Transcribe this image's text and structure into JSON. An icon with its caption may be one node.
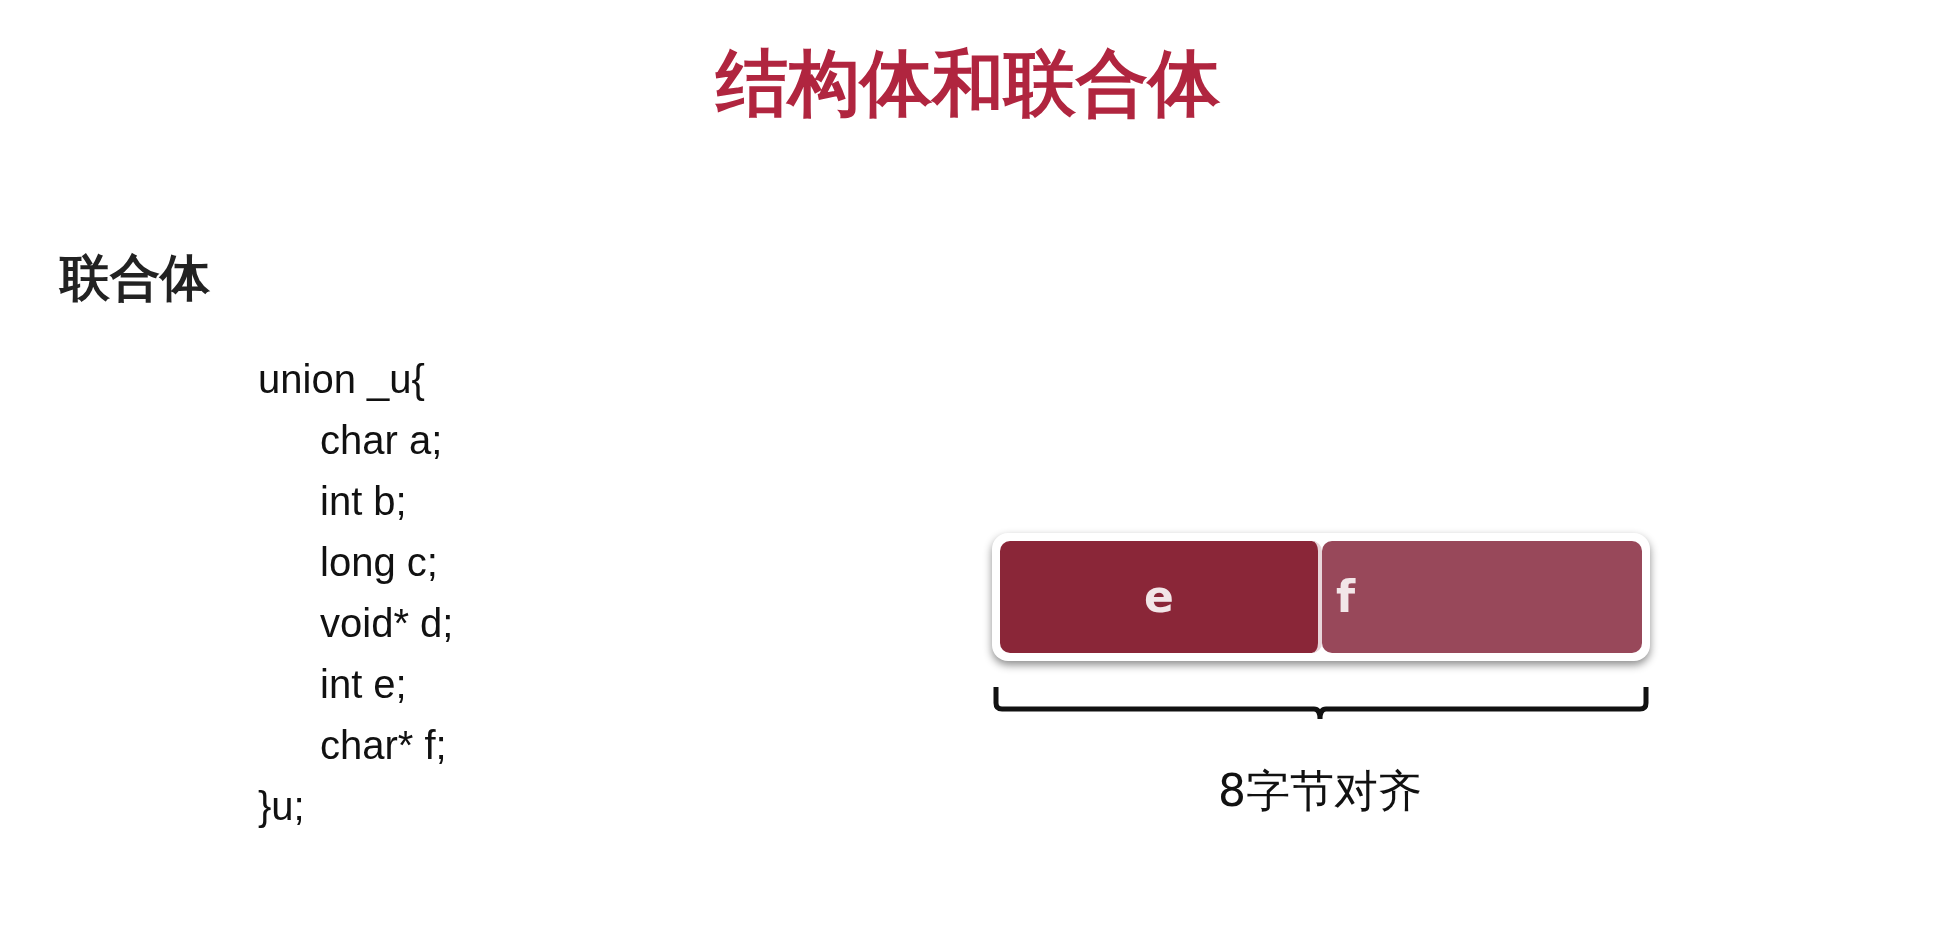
{
  "diagram": {
    "title": "结构体和联合体",
    "nodes": [
      {
        "text": [],
        "shape": "box"
      },
      {
        "text": [
          "e"
        ],
        "in": 0
      },
      {
        "text": [
          "f"
        ],
        "in": 0
      }
    ],
    "labels": [
      "联合体",
      "union _u{",
      "char a;",
      "int b;",
      "long c;",
      "void* d;",
      "int e;",
      "char* f;",
      "}u;",
      "8字节对齐"
    ]
  }
}
